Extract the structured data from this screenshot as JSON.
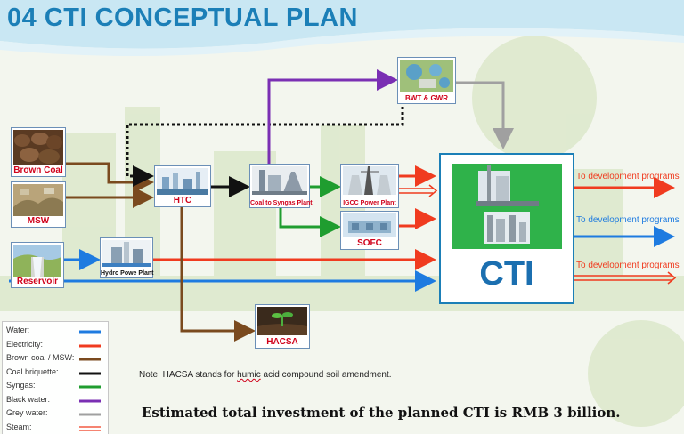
{
  "title": "04 CTI CONCEPTUAL PLAN",
  "nodes": {
    "brown_coal": "Brown Coal",
    "msw": "MSW",
    "reservoir": "Reservoir",
    "htc": "HTC",
    "hydro_plant": "Hydro Powe Plant",
    "coal_to_syngas": "Coal to Syngas Plant",
    "igcc": "IGCC Power Plant",
    "sofc": "SOFC",
    "bwt_gwr": "BWT & GWR",
    "hacsa": "HACSA",
    "cti": "CTI"
  },
  "outputs": [
    "To development programs",
    "To development programs",
    "To development programs"
  ],
  "legend": [
    {
      "label": "Water:",
      "color": "#1e7be0",
      "style": "solid"
    },
    {
      "label": "Electricity:",
      "color": "#f03b1f",
      "style": "solid"
    },
    {
      "label": "Brown coal / MSW:",
      "color": "#7a4a1e",
      "style": "solid"
    },
    {
      "label": "Coal briquette:",
      "color": "#111111",
      "style": "solid"
    },
    {
      "label": "Syngas:",
      "color": "#1f9d2f",
      "style": "solid"
    },
    {
      "label": "Black water:",
      "color": "#7a2fb3",
      "style": "solid"
    },
    {
      "label": "Grey water:",
      "color": "#a0a0a0",
      "style": "solid"
    },
    {
      "label": "Steam:",
      "color": "#f03b1f",
      "style": "double"
    }
  ],
  "note": {
    "prefix": "Note: HACSA stands for ",
    "highlight": "humic",
    "suffix": " acid compound soil amendment."
  },
  "investment": "Estimated total investment of the planned CTI  is RMB 3 billion.",
  "colors": {
    "water": "#1e7be0",
    "electricity": "#f03b1f",
    "brown_coal": "#7a4a1e",
    "coal_briquette": "#111111",
    "syngas": "#1f9d2f",
    "black_water": "#7a2fb3",
    "grey_water": "#a0a0a0",
    "title": "#1b7fb7"
  }
}
